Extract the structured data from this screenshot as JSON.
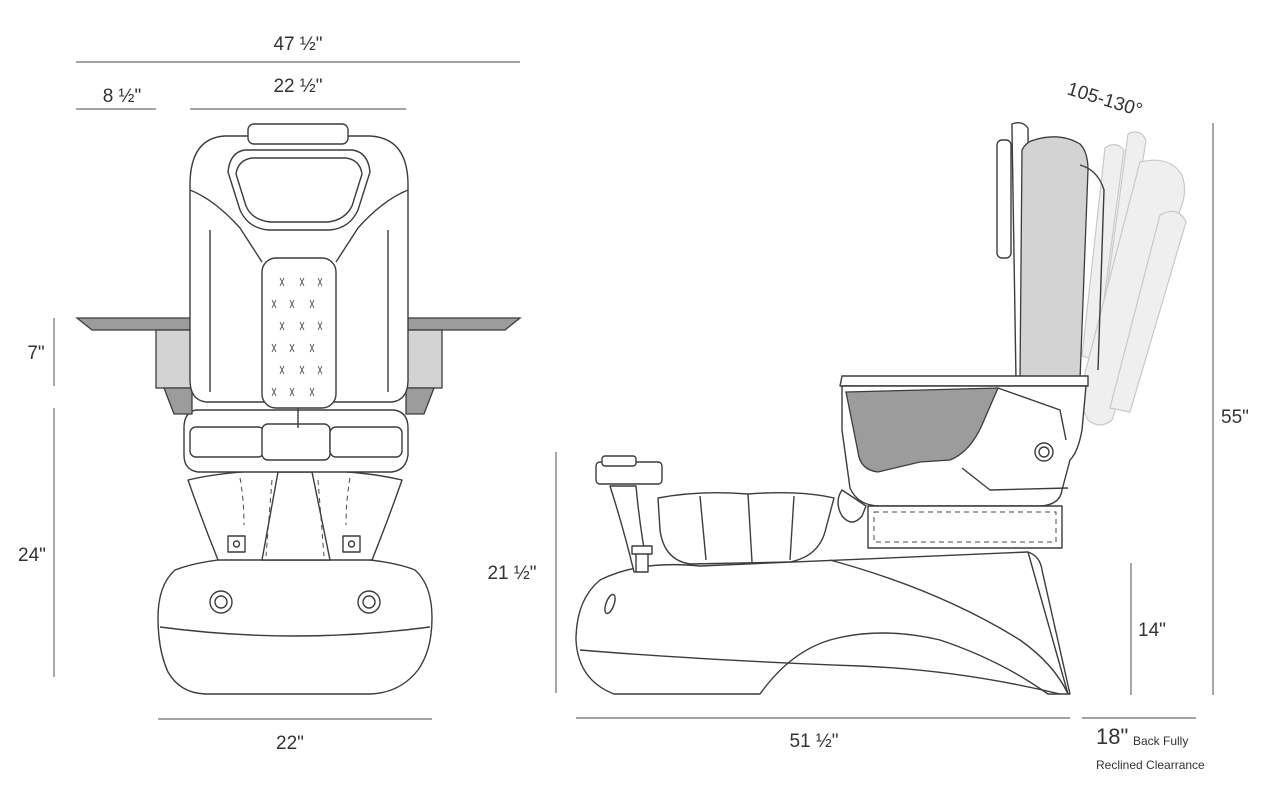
{
  "front_view": {
    "dimensions": {
      "overall_width": "47 ½\"",
      "armrest_tray": "8 ½\"",
      "backrest_width": "22 ½\"",
      "armrest_height": "7\"",
      "seat_height": "24\"",
      "base_width": "22\""
    }
  },
  "side_view": {
    "dimensions": {
      "recline_angle": "105-130°",
      "total_height": "55\"",
      "basin_height": "21 ½\"",
      "footrest_height": "14\"",
      "total_length": "51 ½\"",
      "clearance_value": "18\"",
      "clearance_label_line1": "Back Fully",
      "clearance_label_line2": "Reclined Clearrance"
    }
  }
}
